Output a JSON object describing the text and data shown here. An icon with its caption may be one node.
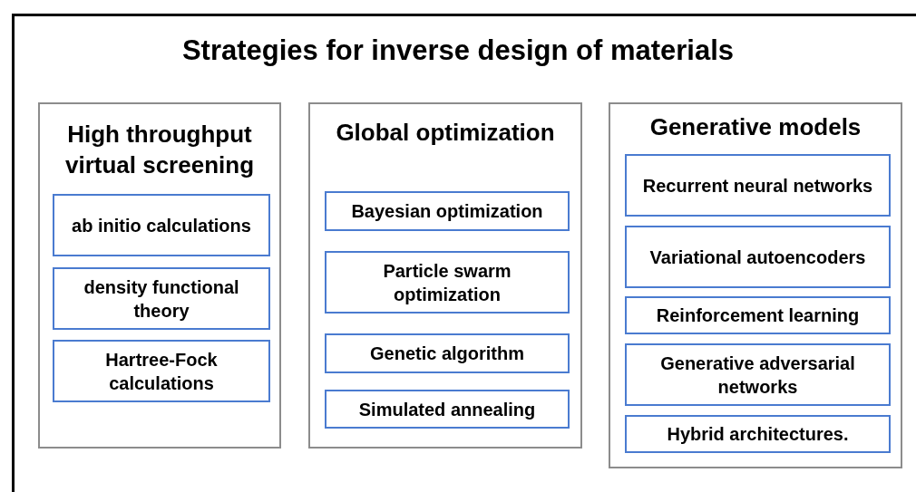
{
  "diagram": {
    "title": "Strategies for inverse design of materials",
    "nodes": [
      {
        "text": [
          "High throughput virtual screening"
        ]
      },
      {
        "text": [
          "ab initio calculations"
        ],
        "in": 0
      },
      {
        "text": [
          "density functional theory"
        ],
        "in": 0
      },
      {
        "text": [
          "Hartree-Fock calculations"
        ],
        "in": 0
      },
      {
        "text": [
          "Global optimization"
        ]
      },
      {
        "text": [
          "Bayesian optimization"
        ],
        "in": 4
      },
      {
        "text": [
          "Particle swarm optimization"
        ],
        "in": 4
      },
      {
        "text": [
          "Genetic algorithm"
        ],
        "in": 4
      },
      {
        "text": [
          "Simulated annealing"
        ],
        "in": 4
      },
      {
        "text": [
          "Generative models"
        ]
      },
      {
        "text": [
          "Recurrent neural networks"
        ],
        "in": 9
      },
      {
        "text": [
          "Variational autoencoders"
        ],
        "in": 9
      },
      {
        "text": [
          "Reinforcement learning"
        ],
        "in": 9
      },
      {
        "text": [
          "Generative adversarial networks"
        ],
        "in": 9
      },
      {
        "text": [
          "Hybrid architectures."
        ],
        "in": 9
      }
    ]
  }
}
